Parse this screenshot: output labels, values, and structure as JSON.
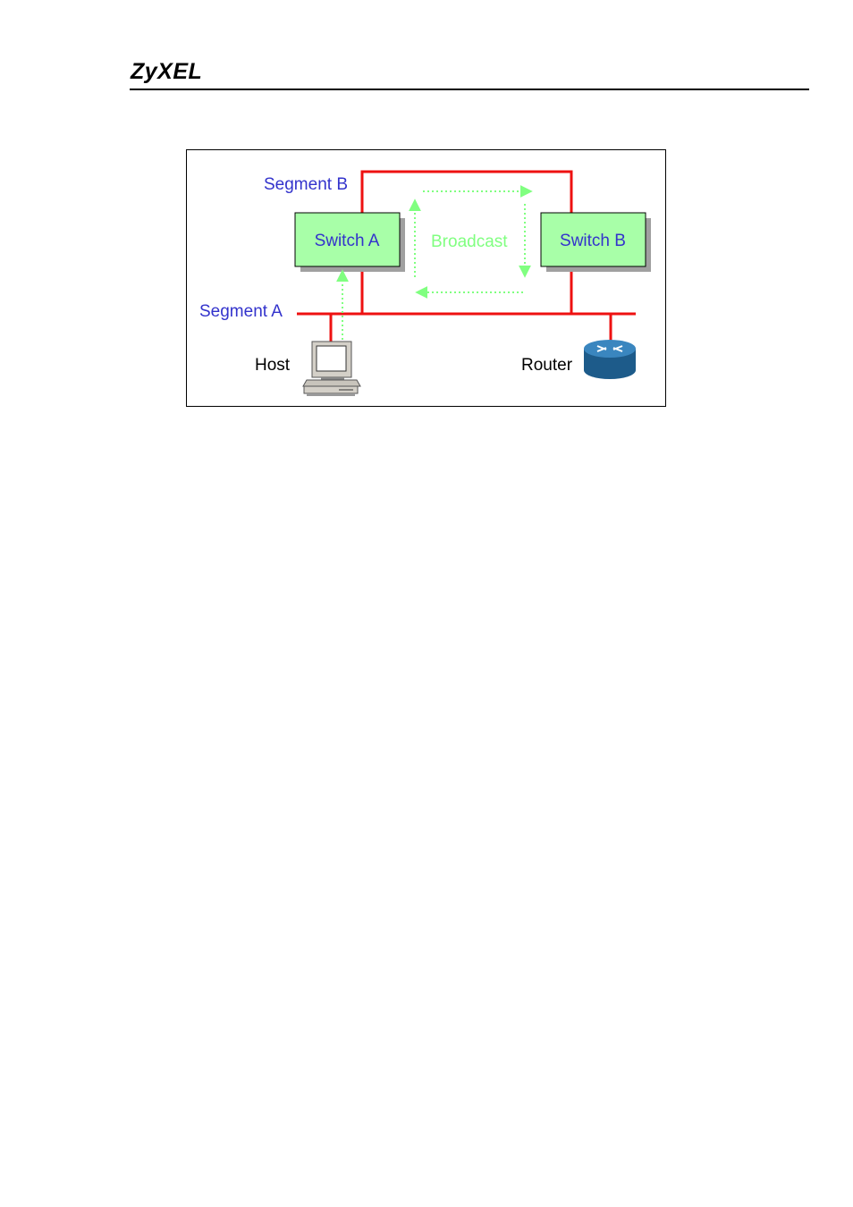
{
  "header": {
    "brand": "ZyXEL"
  },
  "diagram": {
    "segment_b_label": "Segment B",
    "segment_a_label": "Segment A",
    "switch_a_label": "Switch A",
    "switch_b_label": "Switch B",
    "broadcast_label": "Broadcast",
    "host_label": "Host",
    "router_label": "Router",
    "colors": {
      "link": "#ee1111",
      "broadcast": "#80ff80",
      "switch_fill": "#a8ffa8",
      "label_blue": "#3333cc"
    }
  }
}
